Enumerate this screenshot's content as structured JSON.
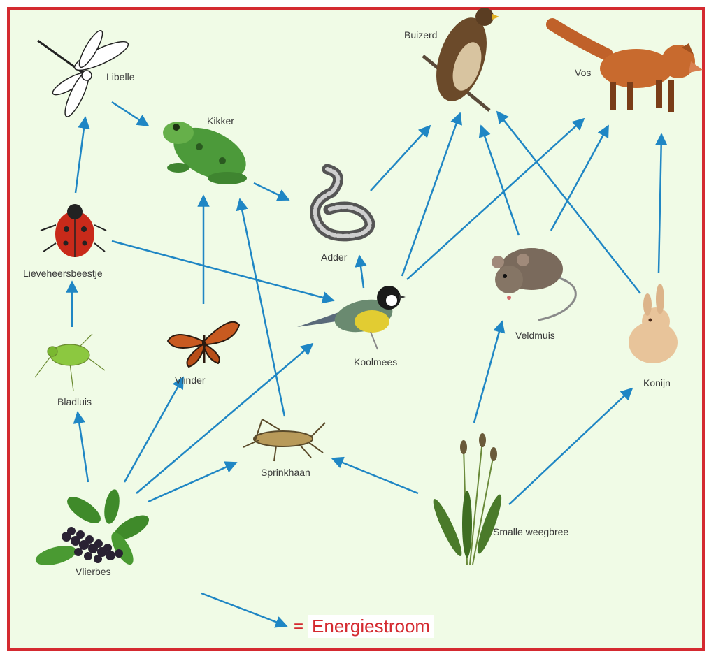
{
  "organisms": {
    "libelle": "Libelle",
    "kikker": "Kikker",
    "buizerd": "Buizerd",
    "vos": "Vos",
    "adder": "Adder",
    "lieveheersbeestje": "Lieveheersbeestje",
    "koolmees": "Koolmees",
    "veldmuis": "Veldmuis",
    "vlinder": "Vlinder",
    "bladluis": "Bladluis",
    "konijn": "Konijn",
    "sprinkhaan": "Sprinkhaan",
    "smalle_weegbree": "Smalle weegbree",
    "vlierbes": "Vlierbes"
  },
  "legend": {
    "symbol": "=",
    "label": "Energiestroom"
  },
  "colors": {
    "arrow": "#1f86c4",
    "border": "#d42a30",
    "background": "#f0fbe6",
    "legend_text": "#d42a30"
  },
  "edges": [
    [
      "libelle",
      "kikker"
    ],
    [
      "lieveheersbeestje",
      "libelle"
    ],
    [
      "bladluis",
      "lieveheersbeestje"
    ],
    [
      "vlierbes",
      "bladluis"
    ],
    [
      "vlierbes",
      "vlinder"
    ],
    [
      "vlierbes",
      "koolmees"
    ],
    [
      "vlierbes",
      "sprinkhaan"
    ],
    [
      "vlinder",
      "kikker"
    ],
    [
      "sprinkhaan",
      "kikker"
    ],
    [
      "kikker",
      "adder"
    ],
    [
      "lieveheersbeestje",
      "koolmees"
    ],
    [
      "koolmees",
      "adder"
    ],
    [
      "adder",
      "buizerd"
    ],
    [
      "koolmees",
      "buizerd"
    ],
    [
      "koolmees",
      "vos"
    ],
    [
      "veldmuis",
      "buizerd"
    ],
    [
      "veldmuis",
      "vos"
    ],
    [
      "konijn",
      "buizerd"
    ],
    [
      "konijn",
      "vos"
    ],
    [
      "smalle_weegbree",
      "veldmuis"
    ],
    [
      "smalle_weegbree",
      "sprinkhaan"
    ],
    [
      "smalle_weegbree",
      "konijn"
    ]
  ]
}
